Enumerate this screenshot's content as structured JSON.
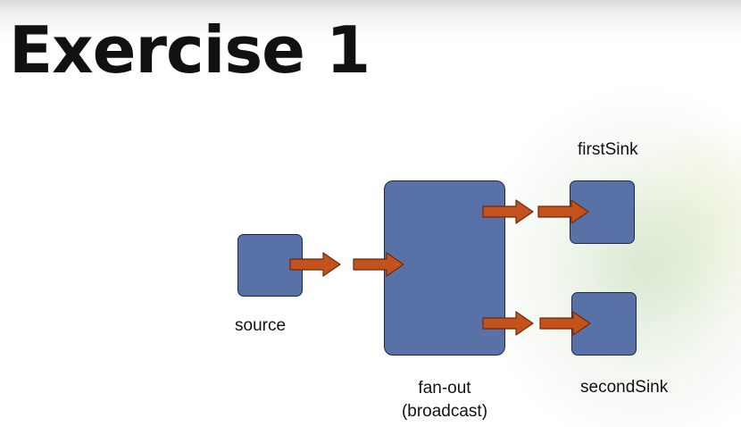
{
  "slide": {
    "title": "Exercise 1"
  },
  "diagram": {
    "colors": {
      "node_fill": "#5872a8",
      "node_border": "#1e2a44",
      "arrow_fill": "#c4521c",
      "arrow_stroke": "#6e2a0c"
    },
    "nodes": {
      "source": {
        "label": "source"
      },
      "fan_out": {
        "label_line1": "fan-out",
        "label_line2": "(broadcast)"
      },
      "first_sink": {
        "label": "firstSink"
      },
      "second_sink": {
        "label": "secondSink"
      }
    },
    "edges": [
      {
        "from": "source",
        "to": "fan-out"
      },
      {
        "from": "fan-out",
        "to": "firstSink"
      },
      {
        "from": "fan-out",
        "to": "secondSink"
      }
    ]
  }
}
